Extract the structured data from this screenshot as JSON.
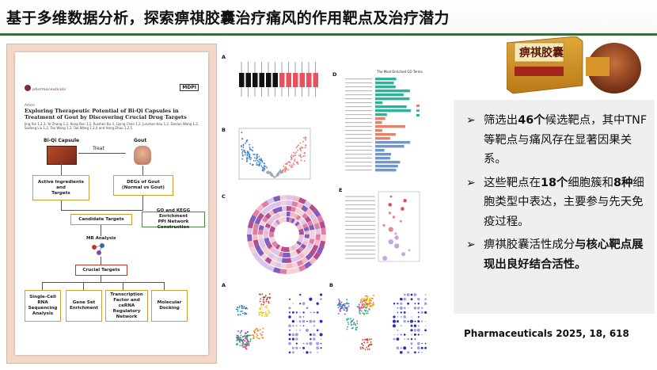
{
  "header": {
    "title": "基于多维数据分析，探索痹祺胶囊治疗痛风的作用靶点及治疗潜力"
  },
  "paper": {
    "journal": "pharmaceuticals",
    "publisher": "MDPI",
    "article_label": "Article",
    "title": "Exploring Therapeutic Potential of Bi-Qi Capsules in Treatment of Gout by Discovering Crucial Drug Targets",
    "authors": "Jing Xie 1,2,3, Ye Zhang 1,2, Rong Ren 1,2, Ruizhen Bu 3, Liying Chen 1,2, Junzhan Hou 1,2, Danlan Wang 1,2, Sudong Liu 1,2, Tao Wang 1,2, Tao Wang 1,2,4 and Hong Zhou 1,2,5",
    "flowchart": {
      "bi_qi_label": "Bi-Qi  Capsule",
      "treat_label": "Treat",
      "gout_label": "Gout",
      "ingredients": "Active Ingredients\nand\nTargets",
      "degs": "DEGs of Gout\n(Normal vs Gout)",
      "candidate": "Candidate Targets",
      "go_kegg": "GO and KEGG Enrichment\nPPI Network Construction",
      "mr": "MR Analysis",
      "crucial": "Crucial Targets",
      "box1": "Single-Cell\nRNA\nSequencing\nAnalysis",
      "box2": "Gene Set\nEnrichment",
      "box3": "Transcription\nFactor and ceRNA\nRegulatory\nNetwork",
      "box4": "Molecular\nDocking"
    }
  },
  "figure": {
    "panel_a": "A",
    "panel_b": "B",
    "panel_c": "C",
    "panel_d": "D",
    "panel_e": "E",
    "panel_a2": "A",
    "panel_b2": "B",
    "d_title": "The Most Enriched GO Terms"
  },
  "product": {
    "name": "痹祺胶囊"
  },
  "bullets": [
    {
      "pre": "筛选出",
      "bold": "46个",
      "post": "候选靶点，其中TNF等靶点与痛风存在显著因果关系。"
    },
    {
      "pre": "这些靶点在",
      "bold": "18个",
      "mid": "细胞簇和",
      "bold2": "8种",
      "post": "细胞类型中表达，主要参与先天免疫过程。"
    },
    {
      "pre": "痹祺胶囊活性成分",
      "bold": "与核心靶点展现出良好结合活性。",
      "post": ""
    }
  ],
  "citation": "Pharmaceuticals 2025, 18, 618",
  "colors": {
    "accent_rule": "#3a6b3a",
    "paper_bg": "#f3d7c9",
    "panel_bg": "#f0efef"
  }
}
